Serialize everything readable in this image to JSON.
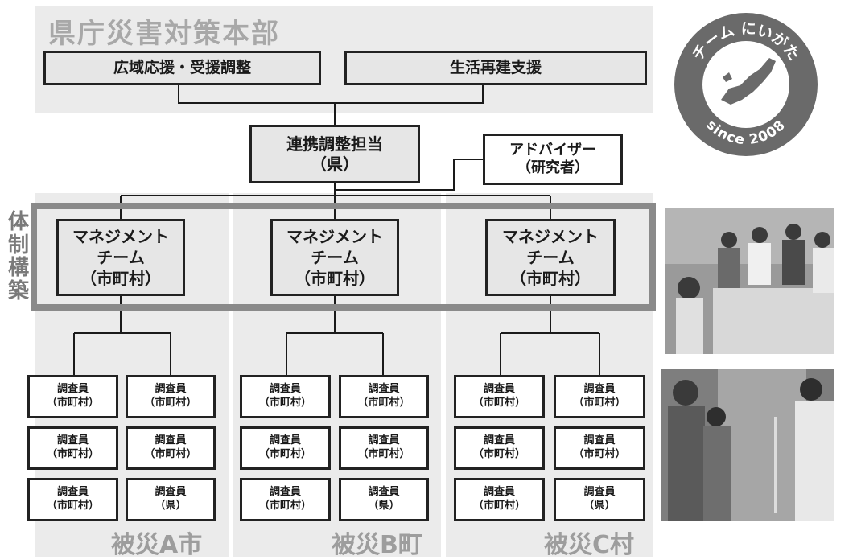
{
  "hq": {
    "title": "県庁災害対策本部",
    "box_left": "広域応援・受援調整",
    "box_right": "生活再建支援"
  },
  "coordinator": {
    "line1": "連携調整担当",
    "line2": "（県）"
  },
  "advisor": {
    "line1": "アドバイザー",
    "line2": "（研究者）"
  },
  "vertical_label": [
    "体",
    "制",
    "構",
    "築"
  ],
  "mgmt_team": {
    "line1": "マネジメント",
    "line2": "チーム",
    "line3": "（市町村）"
  },
  "areas": [
    {
      "label": "被災A市",
      "investigators": [
        [
          "調査員",
          "（市町村）"
        ],
        [
          "調査員",
          "（市町村）"
        ],
        [
          "調査員",
          "（市町村）"
        ],
        [
          "調査員",
          "（市町村）"
        ],
        [
          "調査員",
          "（市町村）"
        ],
        [
          "調査員",
          "（県）"
        ]
      ]
    },
    {
      "label": "被災B町",
      "investigators": [
        [
          "調査員",
          "（市町村）"
        ],
        [
          "調査員",
          "（市町村）"
        ],
        [
          "調査員",
          "（市町村）"
        ],
        [
          "調査員",
          "（市町村）"
        ],
        [
          "調査員",
          "（市町村）"
        ],
        [
          "調査員",
          "（県）"
        ]
      ]
    },
    {
      "label": "被災C村",
      "investigators": [
        [
          "調査員",
          "（市町村）"
        ],
        [
          "調査員",
          "（市町村）"
        ],
        [
          "調査員",
          "（市町村）"
        ],
        [
          "調査員",
          "（市町村）"
        ],
        [
          "調査員",
          "（市町村）"
        ],
        [
          "調査員",
          "（県）"
        ]
      ]
    }
  ],
  "logo": {
    "top_text": "チーム にいがた",
    "bottom_text": "since 2008"
  },
  "colors": {
    "panel": "#ebebeb",
    "frame": "#8a8a8a",
    "logo": "#6a6a6a",
    "label_gray": "#9d9d9d"
  }
}
